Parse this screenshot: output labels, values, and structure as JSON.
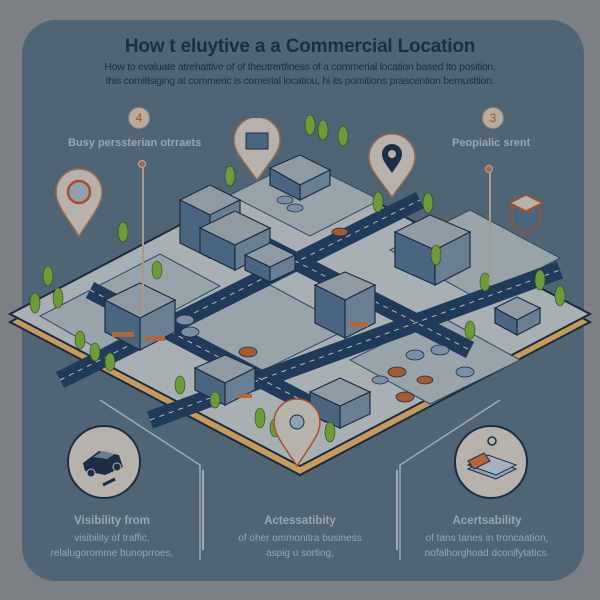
{
  "header": {
    "title": "How t eluytive a a Commercial Location",
    "subtitle_line1": "How to evaluate atrehattive of of theutrertfiness of a commerial location based Ito position,",
    "subtitle_line2": "this comitlsiging at commeric is comerial locatiou, hi its pomitions prascention bemusttion."
  },
  "callouts": [
    {
      "number": "4",
      "label": "Busy perssterian otrraets"
    },
    {
      "number": "3",
      "label": "Peopialic srent"
    }
  ],
  "captions": [
    {
      "title": "Visibility from",
      "line1": "visibility of traffic,",
      "line2": "relalugoromme bunoprroes,",
      "icon": "car-icon"
    },
    {
      "title": "Actessatibity",
      "line1": "of oher ommonitra business",
      "line2": "aspig u sorting,",
      "icon": "location-pin-icon"
    },
    {
      "title": "Acertsability",
      "line1": "of tans tanes in troncaation,",
      "line2": "nofalhorghoad dconifytatics.",
      "icon": "documents-icon"
    }
  ],
  "colors": {
    "background": "#7c8084",
    "panel": "#4f6474",
    "title": "#1c2e44",
    "accent_orange": "#a5502a",
    "road": "#203a5a",
    "ground": "#a8b0b4",
    "tree": "#6e9a3a",
    "base_edge": "#c79a5c"
  }
}
